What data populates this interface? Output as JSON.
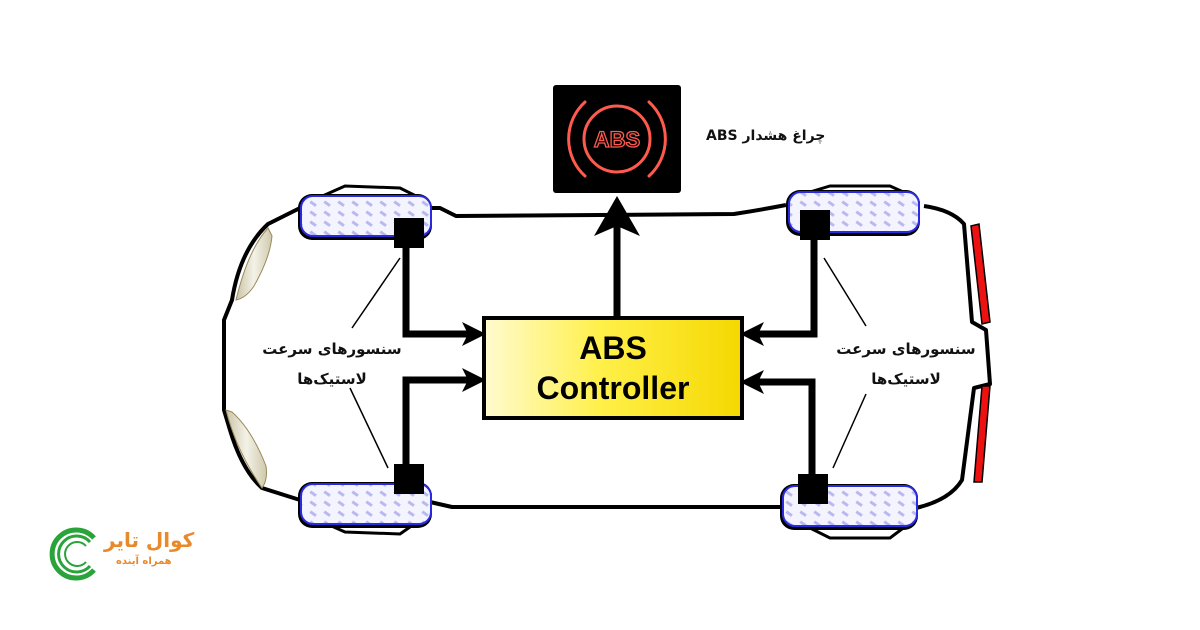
{
  "diagram": {
    "controller": {
      "line1": "ABS",
      "line2": "Controller"
    },
    "warning_light": {
      "icon_text": "ABS",
      "label": "چراغ هشدار ABS"
    },
    "sensor_labels": {
      "left": {
        "line1": "سنسورهای سرعت",
        "line2": "لاستیک‌ها"
      },
      "right": {
        "line1": "سنسورهای سرعت",
        "line2": "لاستیک‌ها"
      }
    },
    "colors": {
      "controller_fill_start": "#fffbd0",
      "controller_fill_end": "#f7d900",
      "warning_bg": "#000000",
      "warning_glow": "#ff5a4e",
      "tire_outline": "#2a2ae0",
      "tire_pattern": "#b9b9f0",
      "tail_light": "#ee1111",
      "headlight": "#d8d3bd"
    }
  },
  "logo": {
    "title": "کوال تایر",
    "subtitle": "همراه آینده",
    "primary_color": "#2aa33a",
    "accent_color": "#e8892b"
  }
}
